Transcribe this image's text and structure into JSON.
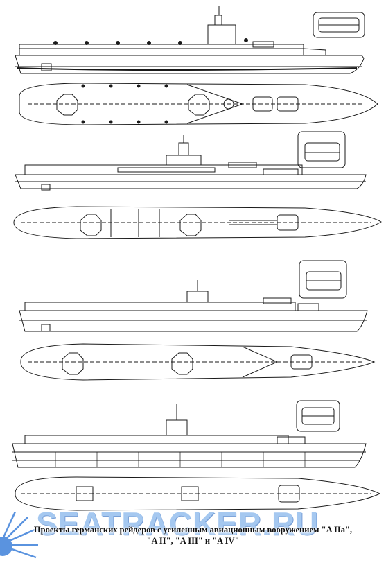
{
  "caption": {
    "line1": "Проекты германских рейдеров с усиленным авиационным вооружением \"A IIa\",",
    "line2": "\"A II\", \"A III\" и \"A IV\""
  },
  "watermark": {
    "text": "SEATRACKER.RU",
    "color": "#7fb1ea"
  },
  "colors": {
    "ink": "#1a1a1a",
    "paper": "#ffffff"
  }
}
